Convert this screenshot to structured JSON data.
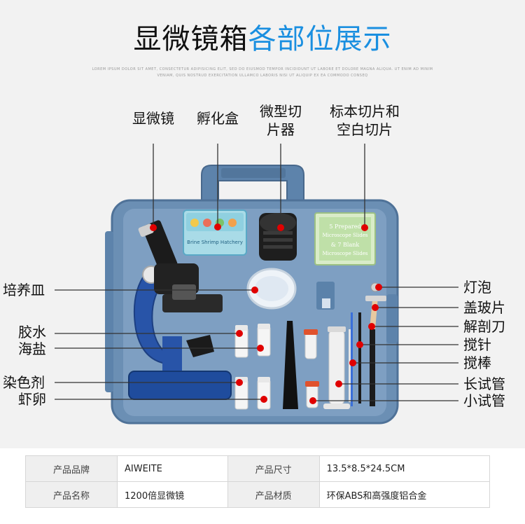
{
  "title": {
    "part1": "显微镜箱",
    "part2": "各部位展示",
    "subtext": "LOREM IPSUM DOLOR SIT AMET, CONSECTETUR ADIPISICING ELIT, SED DO EIUSMOD TEMPOR INCIDIDUNT UT LABORE ET DOLORE MAGNA ALIQUA. UT ENIM AD MINIM VENIAM, QUIS NOSTRUD EXERCITATION ULLAMCO LABORIS NISI UT ALIQUIP EX EA COMMODO CONSEQ"
  },
  "colors": {
    "accent": "#1a8fe0",
    "marker": "#e00000",
    "case": "#6b8fb4"
  },
  "top_labels": [
    "显微镜",
    "孵化盒",
    "微型切\n片器",
    "标本切片和\n空白切片"
  ],
  "left_labels": [
    "培养皿",
    "胶水",
    "海盐",
    "染色剂",
    "虾卵"
  ],
  "right_labels": [
    "灯泡",
    "盖玻片",
    "解剖刀",
    "搅针",
    "搅棒",
    "长试管",
    "小试管"
  ],
  "case_print": {
    "hatch_box": "Brine Shrimp Hatchery",
    "slides_line1": "5 Prepared",
    "slides_line2": "Microscope Slides",
    "slides_line3": "& 7 Blank",
    "slides_line4": "Microscope Slides"
  },
  "specs": [
    {
      "k1": "产品品牌",
      "v1": "AIWEITE",
      "k2": "产品尺寸",
      "v2": "13.5*8.5*24.5CM"
    },
    {
      "k1": "产品名称",
      "v1": "1200倍显微镜",
      "k2": "产品材质",
      "v2": "环保ABS和高强度铝合金"
    }
  ]
}
